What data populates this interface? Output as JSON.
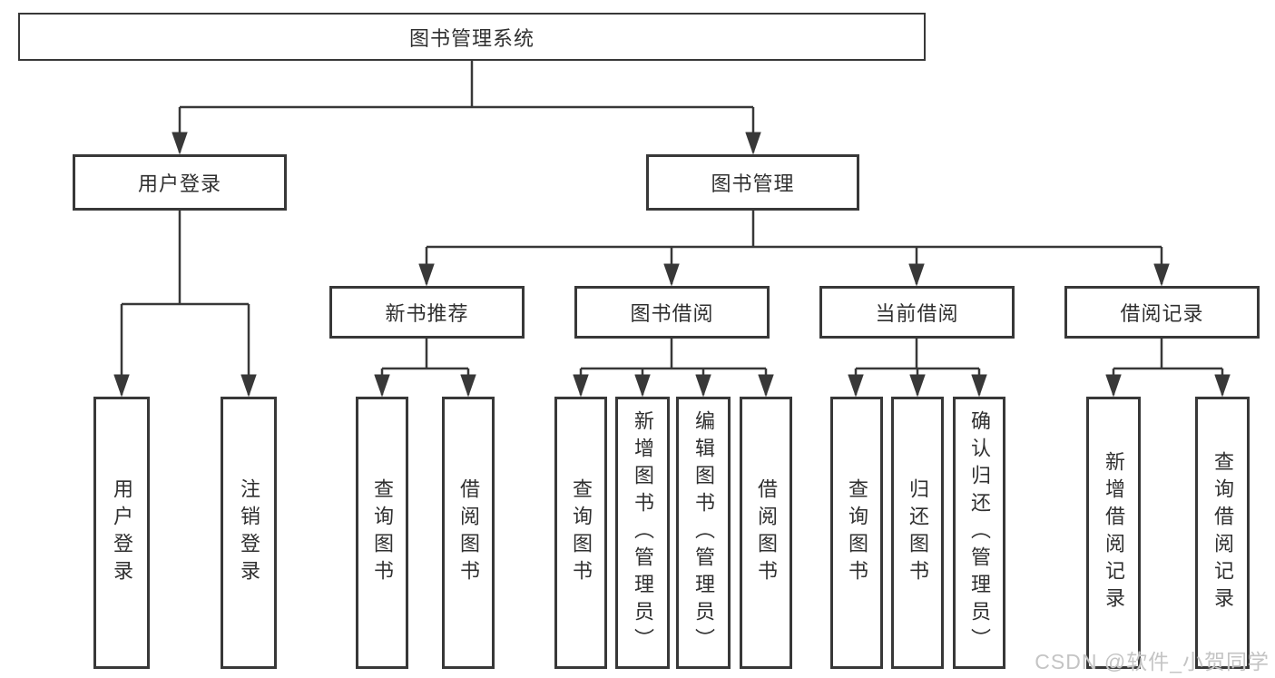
{
  "tree": {
    "label": "图书管理系统",
    "children": [
      {
        "label": "用户登录",
        "children": [
          {
            "label": "用户登录"
          },
          {
            "label": "注销登录"
          }
        ]
      },
      {
        "label": "图书管理",
        "children": [
          {
            "label": "新书推荐",
            "children": [
              {
                "label": "查询图书"
              },
              {
                "label": "借阅图书"
              }
            ]
          },
          {
            "label": "图书借阅",
            "children": [
              {
                "label": "查询图书"
              },
              {
                "label": "新增图书（管理员）"
              },
              {
                "label": "编辑图书（管理员）"
              },
              {
                "label": "借阅图书"
              }
            ]
          },
          {
            "label": "当前借阅",
            "children": [
              {
                "label": "查询图书"
              },
              {
                "label": "归还图书"
              },
              {
                "label": "确认归还（管理员）"
              }
            ]
          },
          {
            "label": "借阅记录",
            "children": [
              {
                "label": "新增借阅记录"
              },
              {
                "label": "查询借阅记录"
              }
            ]
          }
        ]
      }
    ]
  },
  "watermark": {
    "text": "CSDN @软件_小贺同学"
  },
  "colors": {
    "line": "#383838",
    "box_border": "#383838",
    "text": "#303030",
    "watermark": "#c4c4c4",
    "background": "#ffffff"
  }
}
